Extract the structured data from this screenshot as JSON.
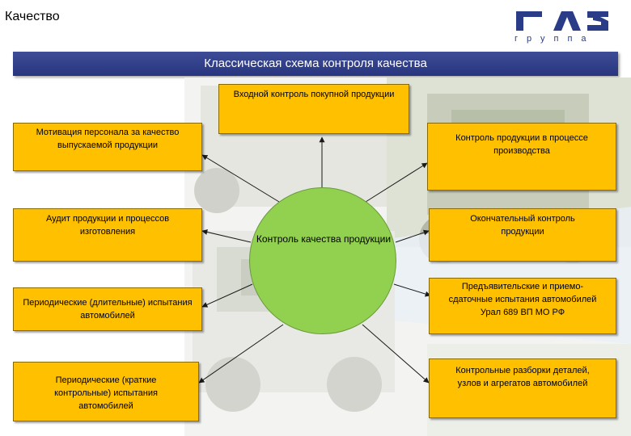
{
  "page": {
    "title": "Качество",
    "logo_text": "ГАЗ",
    "logo_subtext": "группа"
  },
  "banner": {
    "text": "Классическая схема контроля качества"
  },
  "center": {
    "label": "Контроль качества продукции",
    "color": "#92d050"
  },
  "box_color": "#ffc000",
  "nodes": {
    "incoming": "Входной контроль покупной продукции",
    "motivation": "Мотивация персонала за качество выпускаемой продукции",
    "process": "Контроль продукции в процессе производства",
    "audit": "Аудит продукции и процессов изготовления",
    "final": "Окончательный контроль продукции",
    "periodic_long": "Периодические (длительные) испытания автомобилей",
    "acceptance": "Предъявительские и приемо-сдаточные испытания автомобилей Урал 689 ВП МО РФ",
    "periodic_short": "Периодические (краткие контрольные) испытания автомобилей",
    "disassembly": "Контрольные разборки деталей, узлов и агрегатов автомобилей"
  }
}
